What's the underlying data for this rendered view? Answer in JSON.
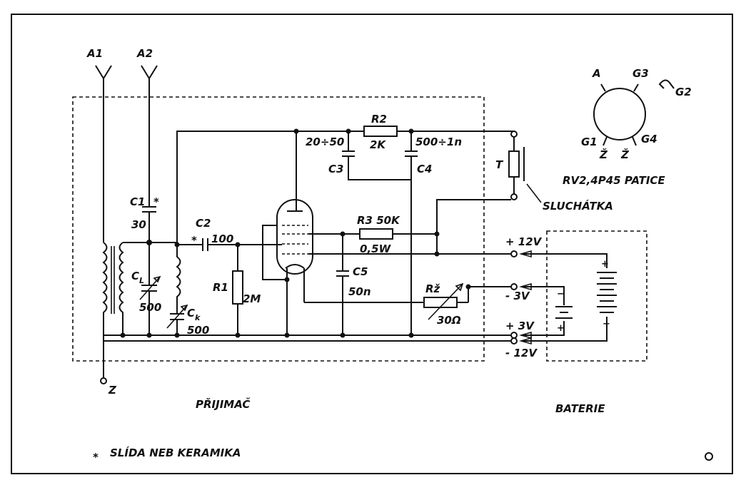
{
  "antennas": {
    "a1": "A1",
    "a2": "A2"
  },
  "ground": "Z",
  "components": {
    "c1": "C1",
    "c1_value": "30",
    "c2": "C2",
    "c2_value": "100",
    "cl": "C",
    "cl_sub": "L",
    "cl_value": "500",
    "ck": "C",
    "ck_sub": "k",
    "ck_value": "500",
    "r1": "R1",
    "r1_value": "2M",
    "r2": "R2",
    "r2_value": "2K",
    "c3": "C3",
    "c3_value": "20÷50",
    "c4": "C4",
    "c4_value": "500÷1n",
    "r3": "R3 50K",
    "r3_value": "0,5W",
    "c5": "C5",
    "c5_value": "50n",
    "rz": "Rž",
    "rz_value": "30Ω",
    "t": "T"
  },
  "pinout": {
    "a": "A",
    "g3": "G3",
    "g2": "G2",
    "g1": "G1",
    "g4": "G4",
    "z1": "Ž",
    "z2": "Ž",
    "tube_caption": "RV2,4P45  PATICE"
  },
  "headphones": "SLUCHÁTKA",
  "terminals": {
    "p12": "+ 12V",
    "m3": "- 3V",
    "p3": "+ 3V",
    "m12": "- 12V"
  },
  "sections": {
    "receiver": "PŘIJIMAČ",
    "battery": "BATERIE"
  },
  "note": "SLÍDA  NEB  KERAMIKA",
  "note_marker": "*"
}
